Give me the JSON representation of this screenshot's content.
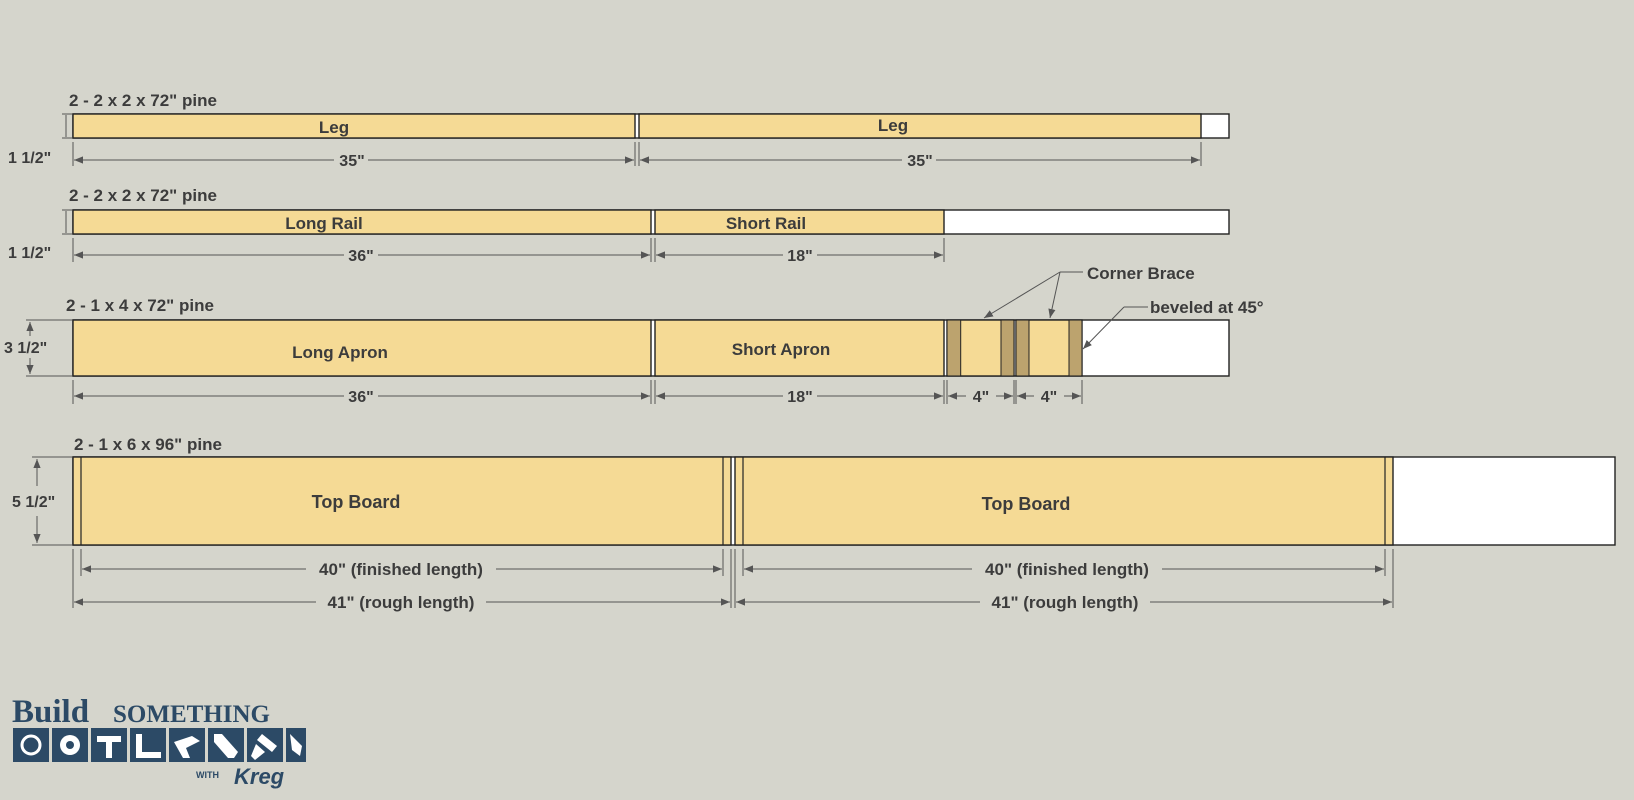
{
  "colors": {
    "background": "#d5d5cc",
    "wood": "#f5da95",
    "bevel": "#bca36e",
    "waste": "#ffffff",
    "outline": "#222222",
    "text": "#3c3c3c",
    "logo_blue": "#2c4a66"
  },
  "rows": [
    {
      "title": "2 - 2 x 2 x 72\" pine",
      "width_label": "1 1/2\"",
      "pieces": [
        {
          "label": "Leg",
          "dim": "35\""
        },
        {
          "label": "Leg",
          "dim": "35\""
        }
      ]
    },
    {
      "title": "2 - 2 x 2 x 72\" pine",
      "width_label": "1 1/2\"",
      "pieces": [
        {
          "label": "Long Rail",
          "dim": "36\""
        },
        {
          "label": "Short Rail",
          "dim": "18\""
        }
      ]
    },
    {
      "title": "2 - 1 x 4 x 72\" pine",
      "width_label": "3 1/2\"",
      "pieces": [
        {
          "label": "Long Apron",
          "dim": "36\""
        },
        {
          "label": "Short Apron",
          "dim": "18\""
        },
        {
          "label": "",
          "dim": "4\""
        },
        {
          "label": "",
          "dim": "4\""
        }
      ],
      "callouts": {
        "corner_brace": "Corner Brace",
        "bevel": "beveled at 45°"
      }
    },
    {
      "title": "2 - 1 x 6 x 96\" pine",
      "width_label": "5 1/2\"",
      "pieces": [
        {
          "label": "Top Board",
          "finished": "40\" (finished length)",
          "rough": "41\" (rough length)"
        },
        {
          "label": "Top Board",
          "finished": "40\" (finished length)",
          "rough": "41\" (rough length)"
        }
      ]
    }
  ],
  "logo": {
    "build": "Build",
    "something": "SOMETHING",
    "with": "WITH",
    "kreg": "Kreg"
  }
}
